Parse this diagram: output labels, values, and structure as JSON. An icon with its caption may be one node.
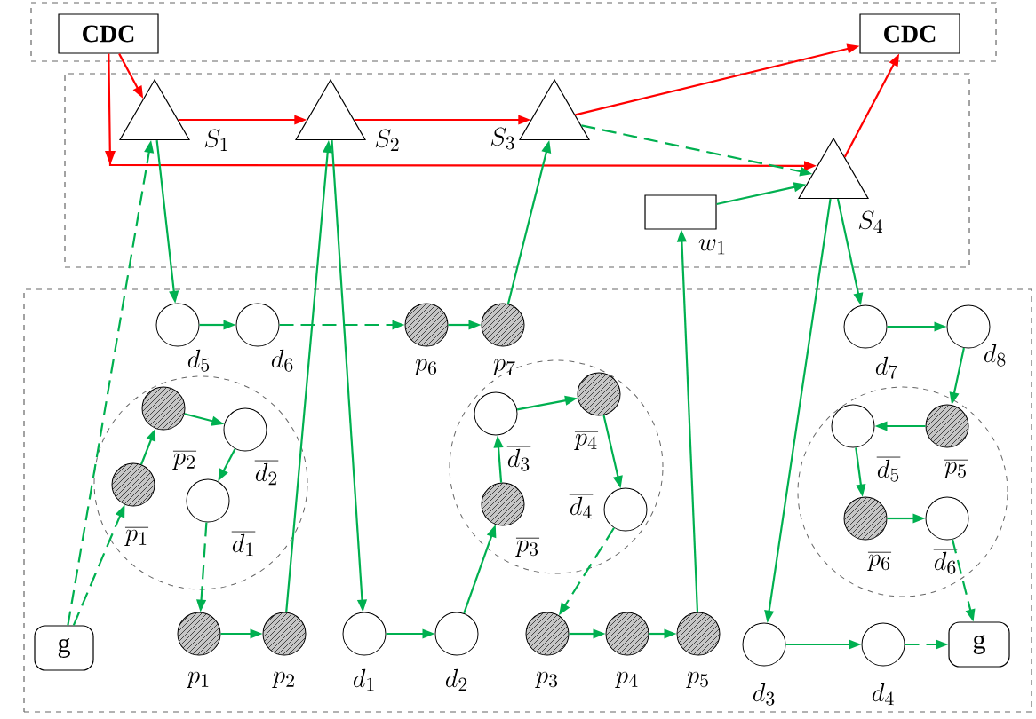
{
  "diagram": {
    "nodes": [
      {
        "text": [],
        "shape": "box"
      },
      {
        "text": [
          "CDC"
        ],
        "in": 0
      },
      {
        "text": [
          "CDC"
        ],
        "in": 0
      },
      {
        "text": [],
        "shape": "box"
      },
      {
        "text": [],
        "shape": "triangle",
        "beside": [
          "S_1"
        ],
        "in": 3
      },
      {
        "text": [],
        "shape": "triangle",
        "beside": [
          "S_2"
        ],
        "in": 3
      },
      {
        "text": [],
        "shape": "triangle",
        "beside": [
          "S_3"
        ],
        "in": 3
      },
      {
        "text": [],
        "shape": "box",
        "beside": [
          "w_1"
        ],
        "in": 3
      },
      {
        "text": [],
        "shape": "triangle",
        "beside": [
          "S_4"
        ],
        "in": 3
      },
      {
        "text": [],
        "shape": "box"
      },
      {
        "text": [],
        "shape": "circle",
        "beside": [
          "d_5"
        ],
        "in": 9
      },
      {
        "text": [],
        "shape": "circle",
        "beside": [
          "d_6"
        ],
        "in": 9
      },
      {
        "text": [],
        "shape": "circle",
        "beside": [
          "p_6"
        ],
        "in": 9
      },
      {
        "text": [],
        "shape": "circle",
        "beside": [
          "p_7"
        ],
        "in": 9
      },
      {
        "text": [],
        "shape": "circle",
        "beside": [
          "d_7"
        ],
        "in": 9
      },
      {
        "text": [],
        "shape": "circle",
        "beside": [
          "d_8"
        ],
        "in": 9
      },
      {
        "text": [],
        "shape": "circle",
        "in": 9
      },
      {
        "text": [],
        "shape": "circle",
        "beside": [
          "\\overline{p_2}"
        ],
        "in": 16
      },
      {
        "text": [],
        "shape": "circle",
        "beside": [
          "\\overline{d_2}"
        ],
        "in": 16
      },
      {
        "text": [],
        "shape": "circle",
        "beside": [
          "\\overline{p_1}"
        ],
        "in": 16
      },
      {
        "text": [],
        "shape": "circle",
        "beside": [
          "\\overline{d_1}"
        ],
        "in": 16
      },
      {
        "text": [],
        "shape": "circle",
        "in": 9
      },
      {
        "text": [],
        "shape": "circle",
        "beside": [
          "\\overline{d_3}"
        ],
        "in": 21
      },
      {
        "text": [],
        "shape": "circle",
        "beside": [
          "\\overline{p_4}"
        ],
        "in": 21
      },
      {
        "text": [],
        "shape": "circle",
        "beside": [
          "\\overline{p_3}"
        ],
        "in": 21
      },
      {
        "text": [],
        "shape": "circle",
        "beside": [
          "\\overline{d_4}"
        ],
        "in": 21
      },
      {
        "text": [],
        "shape": "circle",
        "in": 9
      },
      {
        "text": [],
        "shape": "circle",
        "beside": [
          "\\overline{d_5}"
        ],
        "in": 26
      },
      {
        "text": [],
        "shape": "circle",
        "beside": [
          "\\overline{p_5}"
        ],
        "in": 26
      },
      {
        "text": [],
        "shape": "circle",
        "beside": [
          "\\overline{p_6}"
        ],
        "in": 26
      },
      {
        "text": [],
        "shape": "circle",
        "beside": [
          "\\overline{d_6}"
        ],
        "in": 26
      },
      {
        "text": [
          "g"
        ],
        "in": 9
      },
      {
        "text": [],
        "shape": "circle",
        "beside": [
          "p_1"
        ],
        "in": 9
      },
      {
        "text": [],
        "shape": "circle",
        "beside": [
          "p_2"
        ],
        "in": 9
      },
      {
        "text": [],
        "shape": "circle",
        "beside": [
          "d_1"
        ],
        "in": 9
      },
      {
        "text": [],
        "shape": "circle",
        "beside": [
          "d_2"
        ],
        "in": 9
      },
      {
        "text": [],
        "shape": "circle",
        "beside": [
          "p_3"
        ],
        "in": 9
      },
      {
        "text": [],
        "shape": "circle",
        "beside": [
          "p_4"
        ],
        "in": 9
      },
      {
        "text": [],
        "shape": "circle",
        "beside": [
          "p_5"
        ],
        "in": 9
      },
      {
        "text": [],
        "shape": "circle",
        "beside": [
          "d_3"
        ],
        "in": 9
      },
      {
        "text": [],
        "shape": "circle",
        "beside": [
          "d_4"
        ],
        "in": 9
      },
      {
        "text": [
          "g"
        ],
        "in": 9
      }
    ],
    "edges": [
      {
        "from": 1,
        "to": 4,
        "arrow": "to",
        "color": "#ff0000"
      },
      {
        "from": 1,
        "to": 8,
        "arrow": "to",
        "color": "#ff0000"
      },
      {
        "from": 4,
        "to": 5,
        "arrow": "to",
        "color": "#ff0000"
      },
      {
        "from": 5,
        "to": 6,
        "arrow": "to",
        "color": "#ff0000"
      },
      {
        "from": 6,
        "to": 2,
        "arrow": "to",
        "color": "#ff0000"
      },
      {
        "from": 8,
        "to": 2,
        "arrow": "to",
        "color": "#ff0000"
      },
      {
        "from": 6,
        "to": 8,
        "arrow": "to",
        "style": "dashed"
      },
      {
        "from": 7,
        "to": 8,
        "arrow": "to"
      },
      {
        "from": 38,
        "to": 7,
        "arrow": "to"
      },
      {
        "from": 31,
        "to": 4,
        "arrow": "to",
        "style": "dashed"
      },
      {
        "from": 4,
        "to": 10,
        "arrow": "to"
      },
      {
        "from": 33,
        "to": 5,
        "arrow": "to"
      },
      {
        "from": 5,
        "to": 34,
        "arrow": "to"
      },
      {
        "from": 13,
        "to": 6,
        "arrow": "to"
      },
      {
        "from": 8,
        "to": 14,
        "arrow": "to"
      },
      {
        "from": 8,
        "to": 39,
        "arrow": "to"
      },
      {
        "from": 10,
        "to": 11,
        "arrow": "to"
      },
      {
        "from": 11,
        "to": 12,
        "arrow": "to",
        "style": "dashed"
      },
      {
        "from": 12,
        "to": 13,
        "arrow": "to"
      },
      {
        "from": 31,
        "to": 19,
        "arrow": "to",
        "style": "dashed"
      },
      {
        "from": 19,
        "to": 17,
        "arrow": "to"
      },
      {
        "from": 17,
        "to": 18,
        "arrow": "to"
      },
      {
        "from": 18,
        "to": 20,
        "arrow": "to"
      },
      {
        "from": 20,
        "to": 32,
        "arrow": "to",
        "style": "dashed"
      },
      {
        "from": 32,
        "to": 33,
        "arrow": "to"
      },
      {
        "from": 34,
        "to": 35,
        "arrow": "to"
      },
      {
        "from": 35,
        "to": 24,
        "arrow": "to"
      },
      {
        "from": 24,
        "to": 22,
        "arrow": "to"
      },
      {
        "from": 22,
        "to": 23,
        "arrow": "to"
      },
      {
        "from": 23,
        "to": 25,
        "arrow": "to"
      },
      {
        "from": 25,
        "to": 36,
        "arrow": "to",
        "style": "dashed"
      },
      {
        "from": 36,
        "to": 37,
        "arrow": "to"
      },
      {
        "from": 37,
        "to": 38,
        "arrow": "to"
      },
      {
        "from": 14,
        "to": 15,
        "arrow": "to"
      },
      {
        "from": 15,
        "to": 28,
        "arrow": "to"
      },
      {
        "from": 28,
        "to": 27,
        "arrow": "to"
      },
      {
        "from": 27,
        "to": 29,
        "arrow": "to"
      },
      {
        "from": 29,
        "to": 30,
        "arrow": "to"
      },
      {
        "from": 30,
        "to": 41,
        "arrow": "to",
        "style": "dashed"
      },
      {
        "from": 39,
        "to": 40,
        "arrow": "to"
      },
      {
        "from": 40,
        "to": 41,
        "arrow": "to",
        "style": "dashed"
      }
    ]
  }
}
